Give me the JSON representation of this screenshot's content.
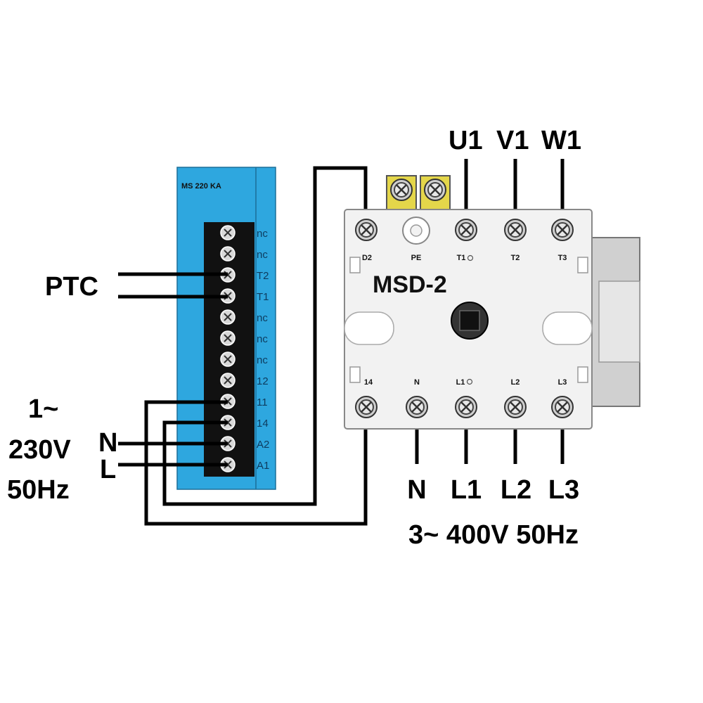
{
  "relay": {
    "model": "MS 220 KA",
    "terminals": [
      "nc",
      "nc",
      "T2",
      "T1",
      "nc",
      "nc",
      "nc",
      "12",
      "11",
      "14",
      "A2",
      "A1"
    ]
  },
  "device": {
    "name": "MSD-2",
    "top_terminals": [
      "D2",
      "PE",
      "T1",
      "T2",
      "T3"
    ],
    "bottom_terminals": [
      "14",
      "N",
      "L1",
      "L2",
      "L3"
    ]
  },
  "labels": {
    "ptc": "PTC",
    "single_phase_symbol": "1~",
    "single_phase_voltage": "230V",
    "single_phase_freq": "50Hz",
    "n": "N",
    "l": "L",
    "motor_u": "U1",
    "motor_v": "V1",
    "motor_w": "W1",
    "supply_n": "N",
    "supply_l1": "L1",
    "supply_l2": "L2",
    "supply_l3": "L3",
    "three_phase": "3~ 400V 50Hz"
  },
  "colors": {
    "relay_body": "#2ea7df",
    "terminal_strip": "#111111",
    "device_body": "#f2f2f2",
    "wire": "#000000"
  }
}
